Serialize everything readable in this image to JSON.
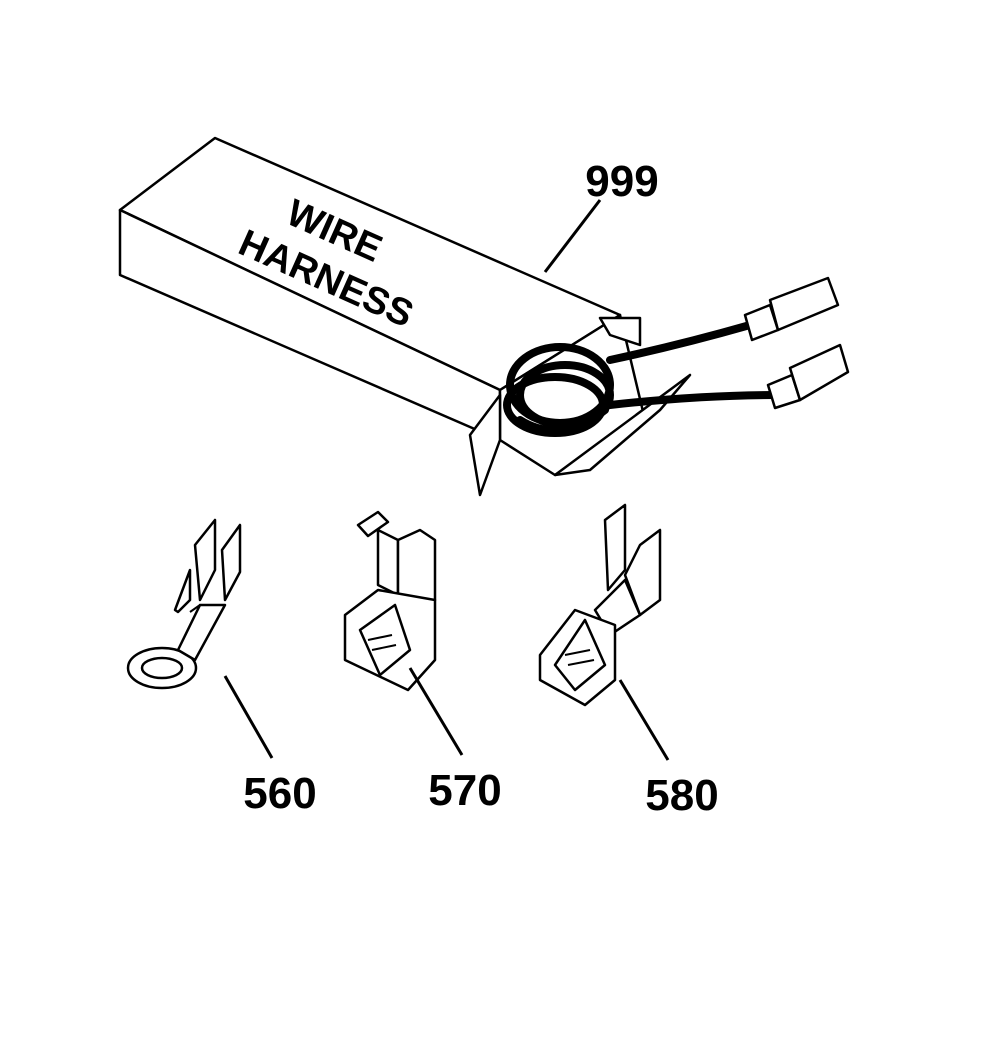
{
  "box": {
    "text_line1": "WIRE",
    "text_line2": "HARNESS"
  },
  "labels": {
    "harness": "999",
    "ring_terminal": "560",
    "flag_terminal": "570",
    "quick_connect": "580"
  }
}
